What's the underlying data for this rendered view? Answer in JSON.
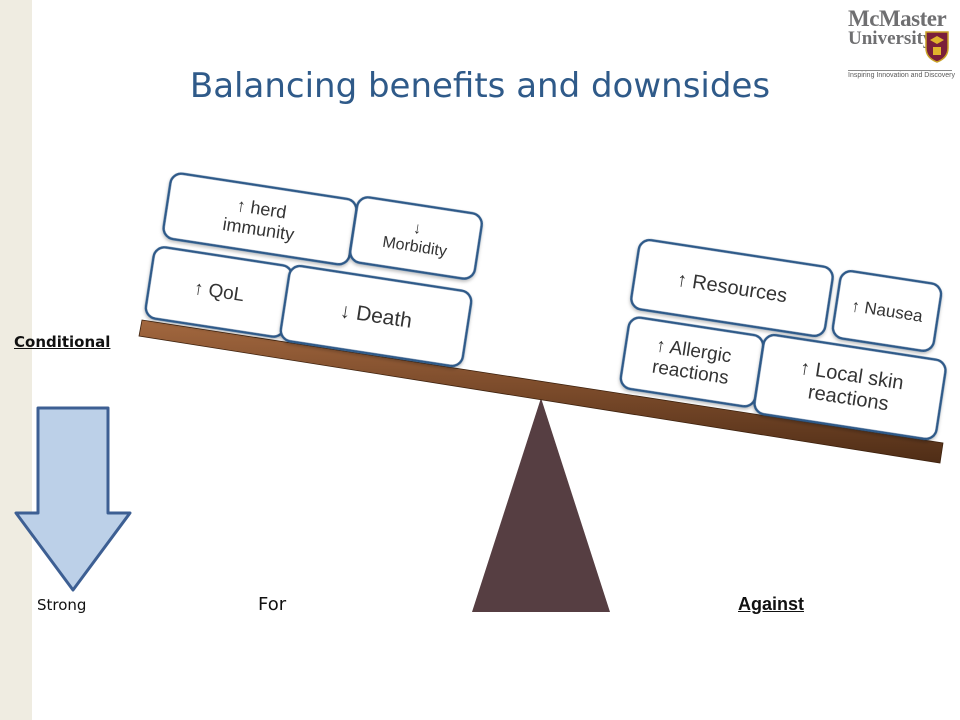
{
  "title": "Balancing benefits and downsides",
  "logo": {
    "line1": "McMaster",
    "line2": "University",
    "tagline": "Inspiring Innovation and Discovery"
  },
  "labels": {
    "conditional": "Conditional",
    "strong": "Strong",
    "for": "For",
    "against": "Against"
  },
  "benefits": [
    {
      "text": [
        "↑ herd",
        "immunity"
      ]
    },
    {
      "text": [
        "↓",
        "Morbidity"
      ]
    },
    {
      "text": [
        "↑ QoL"
      ]
    },
    {
      "text": [
        "↓ Death"
      ]
    }
  ],
  "downsides": [
    {
      "text": [
        "↑ Resources"
      ]
    },
    {
      "text": [
        "↑ Nausea"
      ]
    },
    {
      "text": [
        "↑ Allergic",
        "reactions"
      ]
    },
    {
      "text": [
        "↑ Local skin",
        "reactions"
      ]
    }
  ],
  "colors": {
    "title": "#2f5a89",
    "box_border": "#2f5a89",
    "box_text": "#333333",
    "beam": "#7a4a2a",
    "fulcrum": "#563e42",
    "arrow_fill": "#bcd0e8",
    "arrow_stroke": "#3d5f93"
  }
}
